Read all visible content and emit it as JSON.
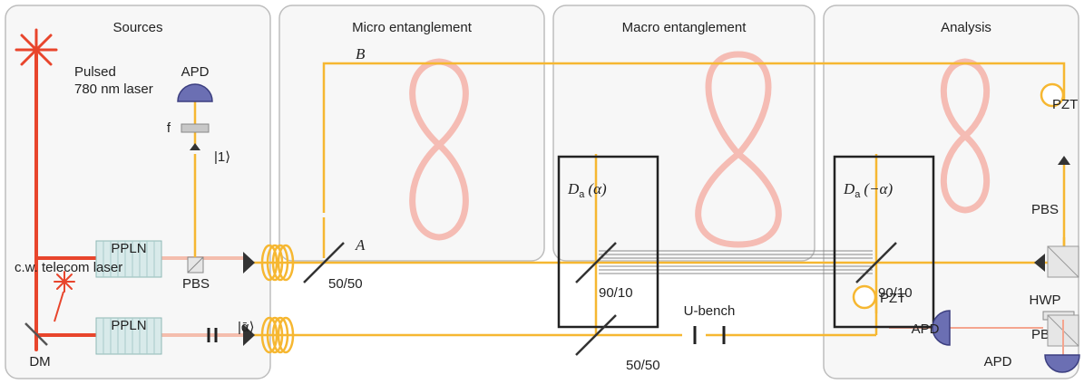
{
  "colors": {
    "beam": "#f6b731",
    "laser": "#e8452c",
    "apd": "#6b6fb3",
    "lemniscate": "#f4b1a8",
    "panel_border": "#bdbdbd",
    "panel_fill": "#f7f7f7",
    "crystal": "#b9d7d6"
  },
  "panels": {
    "sources": "Sources",
    "micro": "Micro entanglement",
    "macro": "Macro entanglement",
    "analysis": "Analysis"
  },
  "labels": {
    "pulsed_laser_line1": "Pulsed",
    "pulsed_laser_line2": "780 nm laser",
    "apd_top": "APD",
    "filter": "f",
    "ket_one": "|1⟩",
    "ppln_top": "PPLN",
    "pbs_sources": "PBS",
    "cw_laser": "c.w. telecom laser",
    "ppln_bottom": "PPLN",
    "dm": "DM",
    "ket_alpha": "|ᾱ⟩",
    "mode_b": "B",
    "mode_a": "A",
    "bs_micro": "50/50",
    "da_plus_d": "D",
    "da_plus_sub": "a",
    "da_plus_arg": "(α)",
    "bs_90_10_left": "90/10",
    "da_minus_d": "D",
    "da_minus_sub": "a",
    "da_minus_arg": "(−α)",
    "bs_90_10_right": "90/10",
    "bs_bottom": "50/50",
    "u_bench": "U-bench",
    "pzt_mid": "PZT",
    "pzt_top": "PZT",
    "pbs_analysis_top": "PBS",
    "hwp": "HWP",
    "pbs_analysis_bottom": "PBS",
    "apd_left": "APD",
    "apd_bottom": "APD"
  },
  "icons": [
    "laser-burst-icon",
    "apd-detector-icon",
    "fiber-coil-icon",
    "beam-splitter-icon",
    "pzt-icon",
    "polarizing-beam-splitter-icon",
    "isolator-triangle-icon"
  ]
}
